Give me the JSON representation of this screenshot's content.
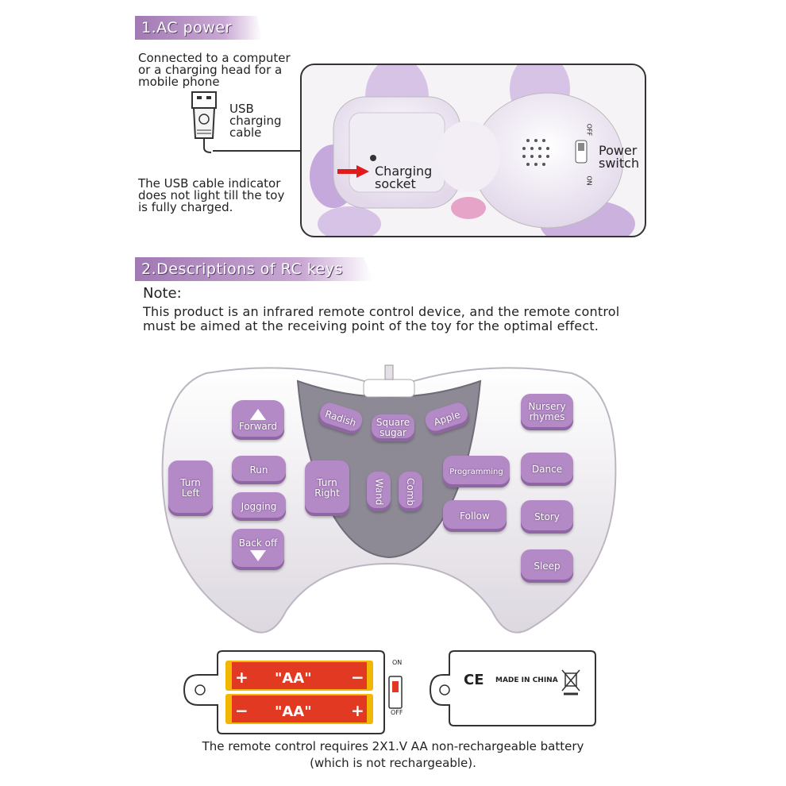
{
  "section1": {
    "title": "1.AC power",
    "computer_note": [
      "Connected to a computer",
      "or a charging head for a",
      "mobile phone"
    ],
    "usb_label": [
      "USB",
      "charging",
      "cable"
    ],
    "indicator_note": [
      "The USB cable indicator",
      "does not light till the toy",
      "is fully charged."
    ],
    "charging_label": [
      "Charging",
      "socket"
    ],
    "power_label": [
      "Power",
      "switch"
    ],
    "switch_off": "OFF",
    "switch_on": "ON"
  },
  "section2": {
    "title": "2.Descriptions of RC keys",
    "note_title": "Note:",
    "note_lines": [
      "This product is an infrared remote control device, and the remote control",
      "must be aimed at the receiving point of the toy for the optimal effect."
    ]
  },
  "remote": {
    "buttons": {
      "forward": "Forward",
      "turn_left": [
        "Turn",
        "Left"
      ],
      "run": "Run",
      "jogging": "Jogging",
      "turn_right": [
        "Turn",
        "Right"
      ],
      "back_off": "Back off",
      "radish": "Radish",
      "square_sugar": [
        "Square",
        "sugar"
      ],
      "apple": "Apple",
      "wand": "Wand",
      "comb": "Comb",
      "nursery_rhymes": [
        "Nursery",
        "rhymes"
      ],
      "programming": "Programming",
      "dance": "Dance",
      "follow": "Follow",
      "story": "Story",
      "sleep": "Sleep"
    }
  },
  "battery": {
    "label": "\"AA\"",
    "switch_on": "ON",
    "switch_off": "OFF",
    "made_in": "MADE IN CHINA",
    "ce": "CE"
  },
  "footer": {
    "line1": "The remote control requires 2X1.V AA non-rechargeable battery",
    "line2": "(which is not rechargeable)."
  },
  "colors": {
    "accent": "#b38ac6",
    "banner": "#a179b4",
    "battery_red": "#e23a22",
    "battery_gold": "#f2b705"
  }
}
